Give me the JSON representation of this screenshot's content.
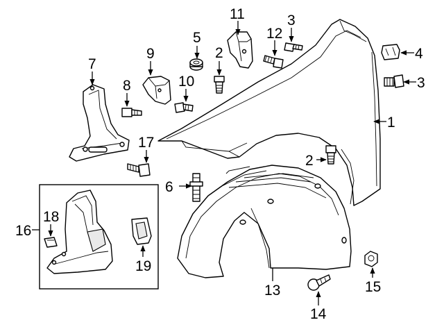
{
  "callouts": [
    {
      "id": "c1",
      "text": "1"
    },
    {
      "id": "c2a",
      "text": "2"
    },
    {
      "id": "c2b",
      "text": "2"
    },
    {
      "id": "c3a",
      "text": "3"
    },
    {
      "id": "c3b",
      "text": "3"
    },
    {
      "id": "c4",
      "text": "4"
    },
    {
      "id": "c5",
      "text": "5"
    },
    {
      "id": "c6",
      "text": "6"
    },
    {
      "id": "c7",
      "text": "7"
    },
    {
      "id": "c8",
      "text": "8"
    },
    {
      "id": "c9",
      "text": "9"
    },
    {
      "id": "c10",
      "text": "10"
    },
    {
      "id": "c11",
      "text": "11"
    },
    {
      "id": "c12",
      "text": "12"
    },
    {
      "id": "c13",
      "text": "13"
    },
    {
      "id": "c14",
      "text": "14"
    },
    {
      "id": "c15",
      "text": "15"
    },
    {
      "id": "c16",
      "text": "16"
    },
    {
      "id": "c17",
      "text": "17"
    },
    {
      "id": "c18",
      "text": "18"
    },
    {
      "id": "c19",
      "text": "19"
    }
  ]
}
